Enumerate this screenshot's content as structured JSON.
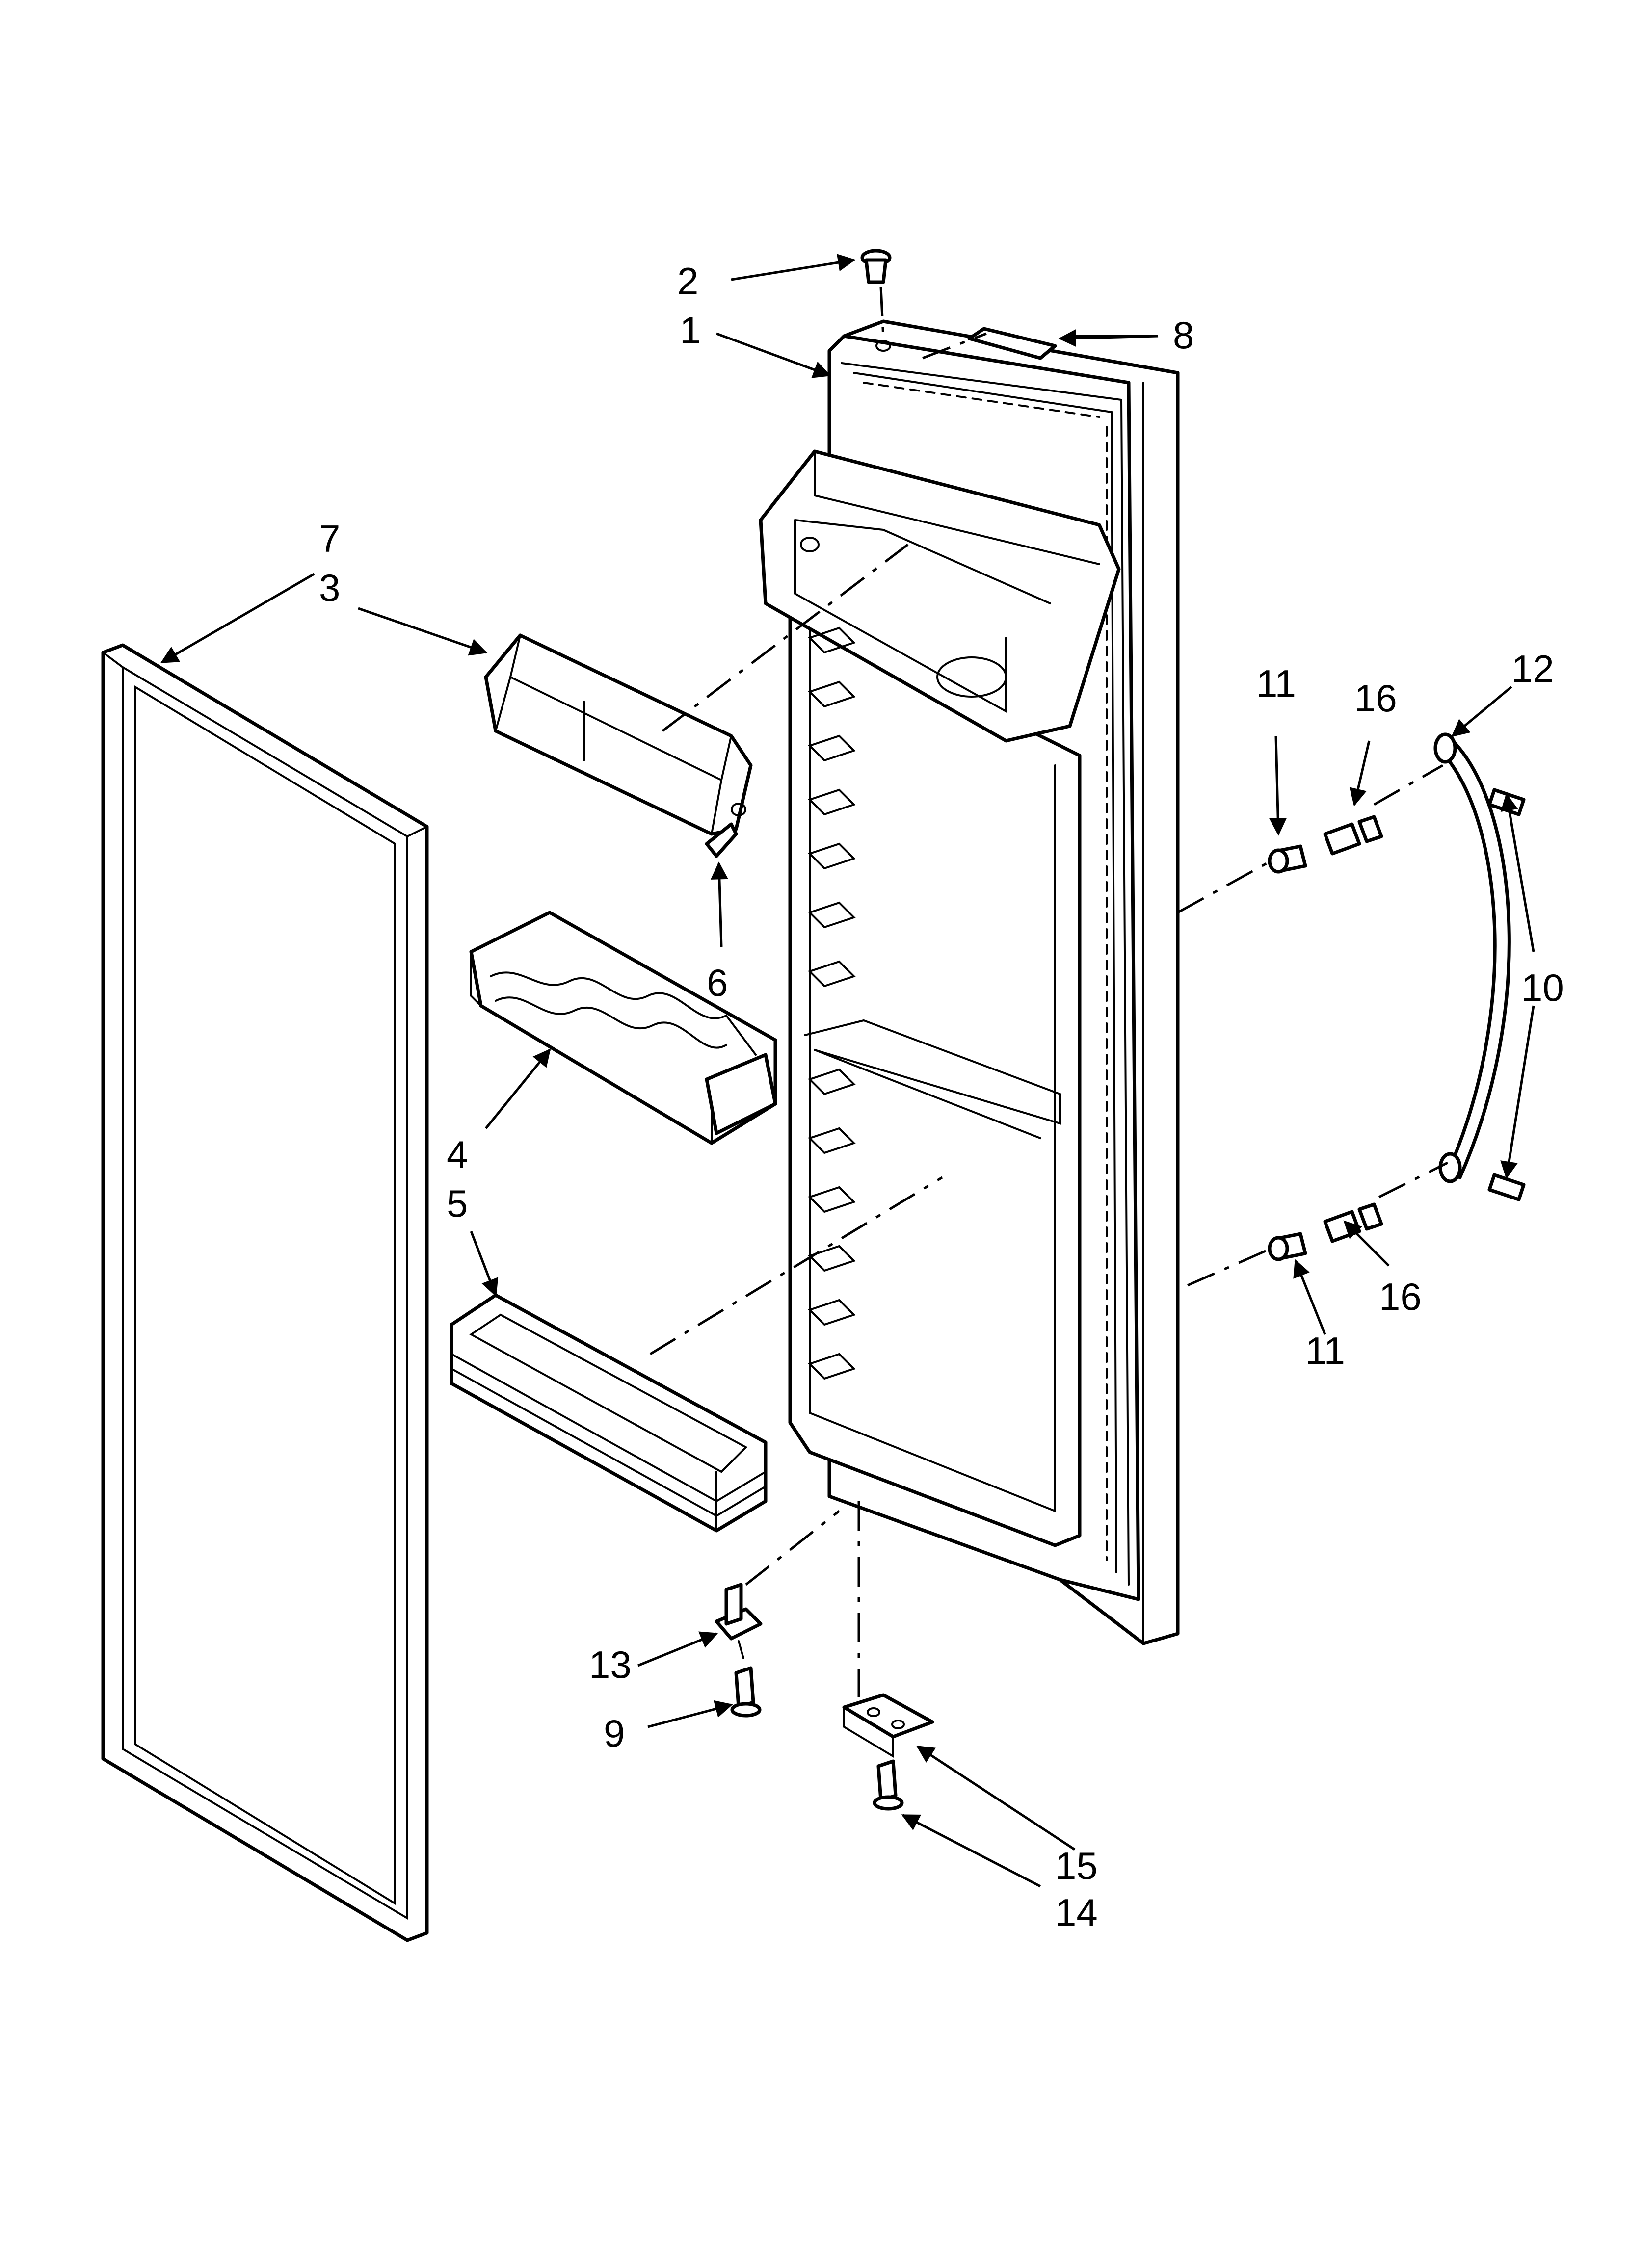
{
  "callouts": [
    {
      "id": "1",
      "label": "1"
    },
    {
      "id": "2",
      "label": "2"
    },
    {
      "id": "3",
      "label": "3"
    },
    {
      "id": "4",
      "label": "4"
    },
    {
      "id": "5",
      "label": "5"
    },
    {
      "id": "6",
      "label": "6"
    },
    {
      "id": "7",
      "label": "7"
    },
    {
      "id": "8",
      "label": "8"
    },
    {
      "id": "9",
      "label": "9"
    },
    {
      "id": "10",
      "label": "10"
    },
    {
      "id": "11a",
      "label": "11"
    },
    {
      "id": "11b",
      "label": "11"
    },
    {
      "id": "12",
      "label": "12"
    },
    {
      "id": "13",
      "label": "13"
    },
    {
      "id": "14",
      "label": "14"
    },
    {
      "id": "15",
      "label": "15"
    },
    {
      "id": "16a",
      "label": "16"
    },
    {
      "id": "16b",
      "label": "16"
    }
  ]
}
